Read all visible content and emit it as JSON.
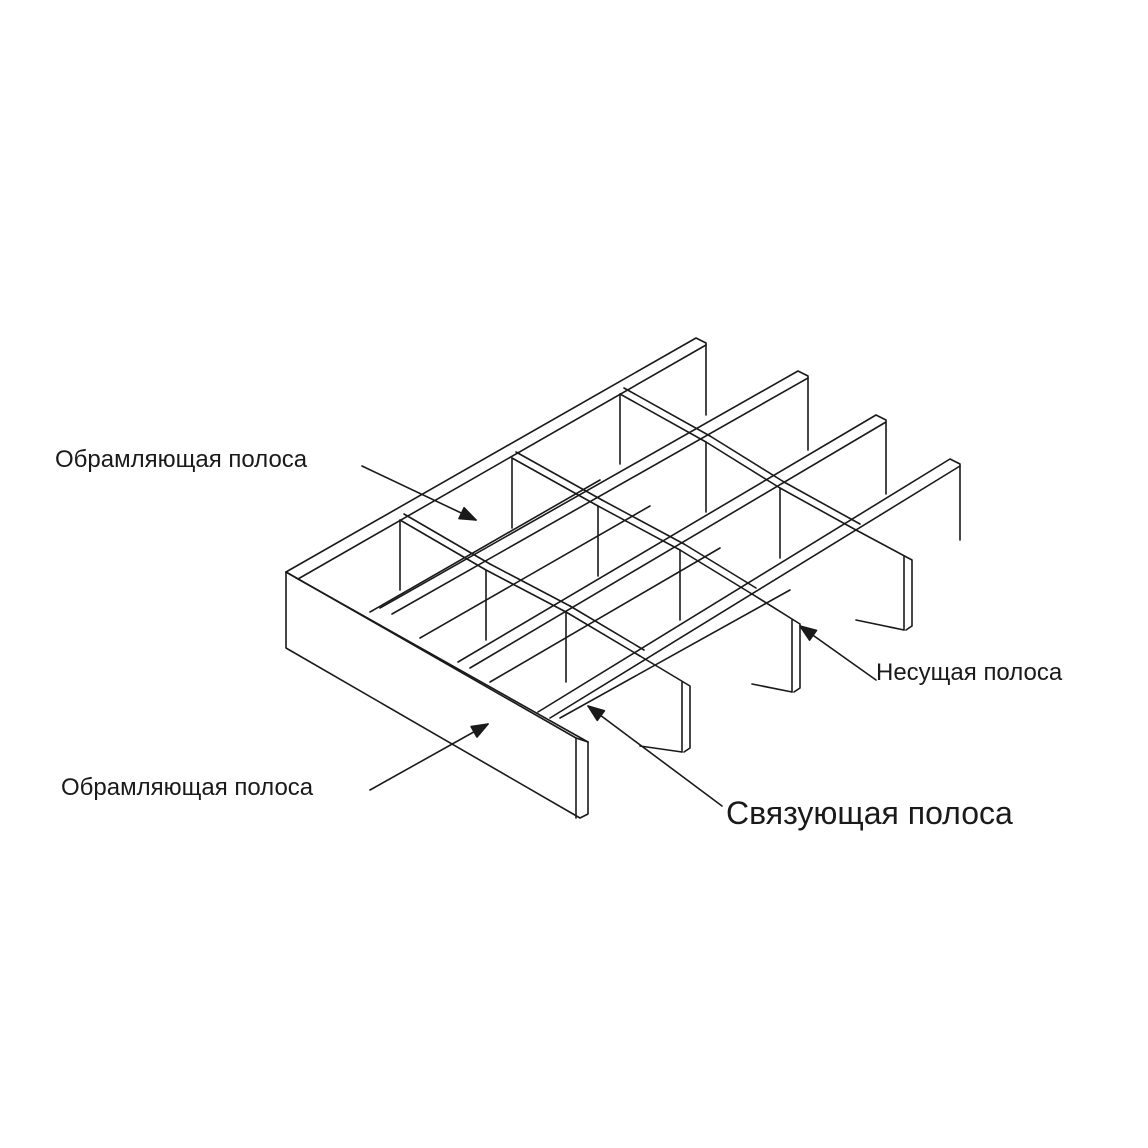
{
  "labels": {
    "frame_bar_top": "Обрамляющая полоса",
    "frame_bar_bottom": "Обрамляющая полоса",
    "bearing_bar": "Несущая полоса",
    "cross_bar": "Связующая полоса"
  },
  "colors": {
    "line": "#1a1a1a",
    "background": "#ffffff"
  }
}
